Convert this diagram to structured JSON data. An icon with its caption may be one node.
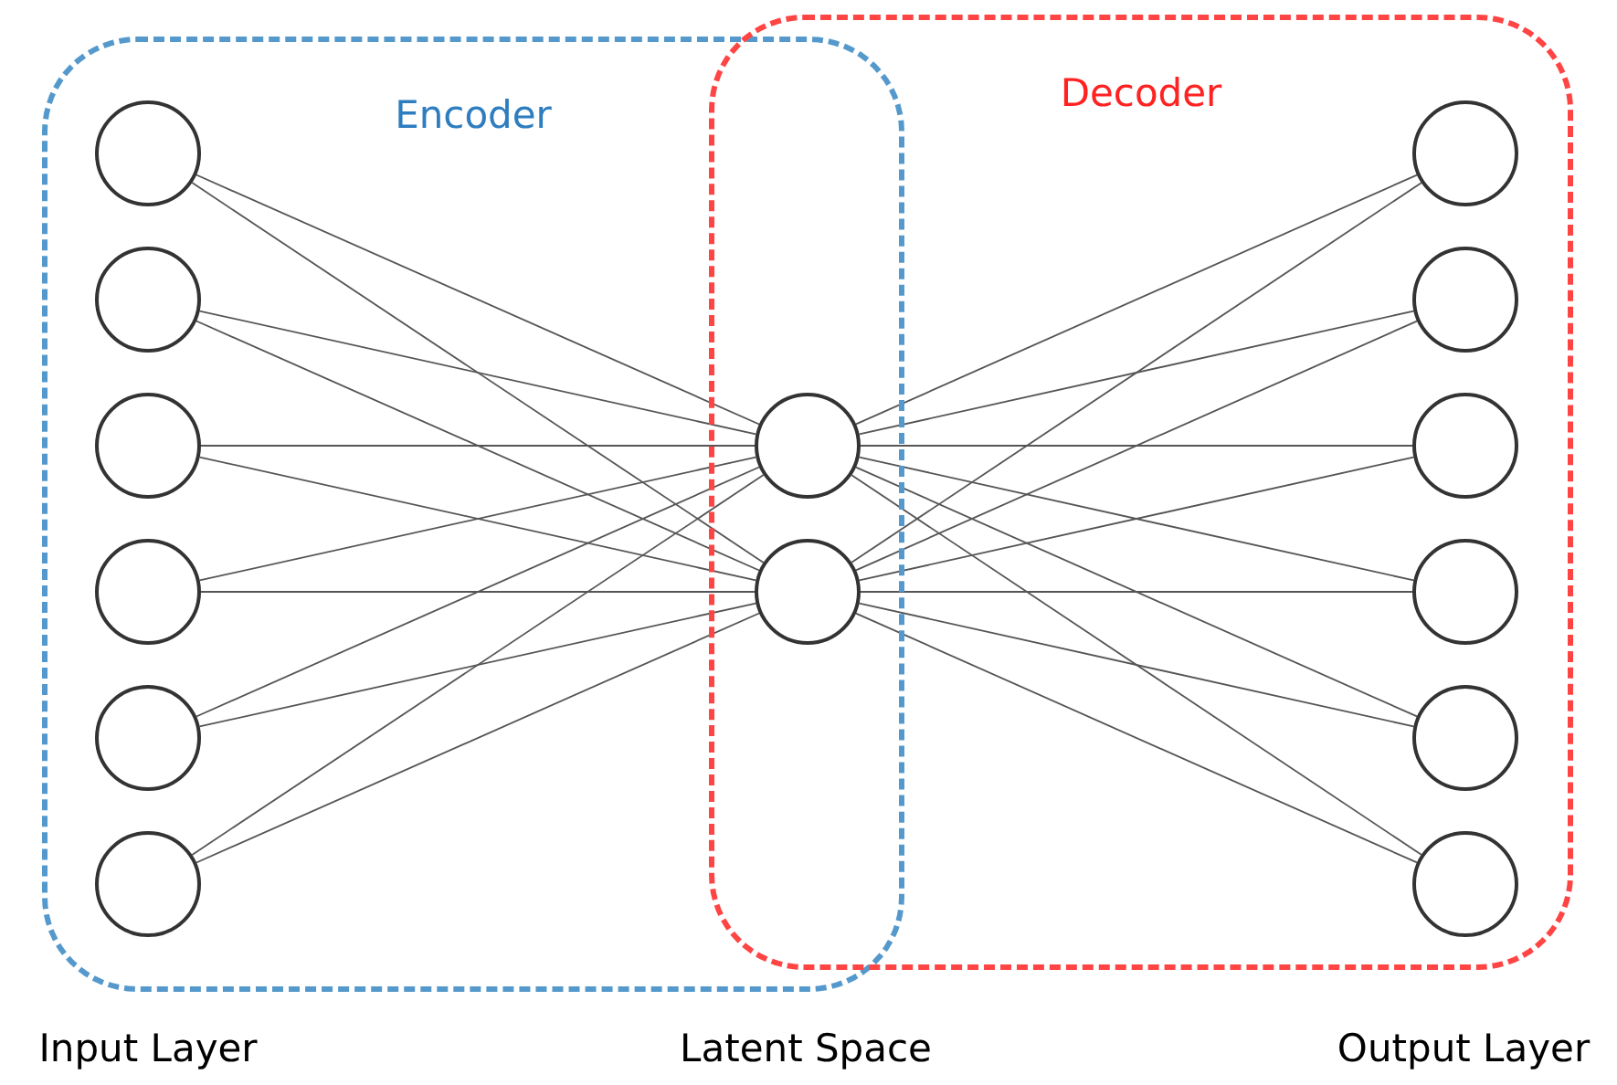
{
  "diagram": {
    "nodes": [
      {
        "text": [
          "Encoder"
        ]
      },
      {
        "text": [
          "Decoder"
        ]
      },
      {
        "text": [],
        "shape": "circle",
        "in": 0
      },
      {
        "text": [],
        "shape": "circle",
        "in": 0
      },
      {
        "text": [],
        "shape": "circle",
        "in": 0
      },
      {
        "text": [],
        "shape": "circle",
        "in": 0
      },
      {
        "text": [],
        "shape": "circle",
        "in": 0
      },
      {
        "text": [],
        "shape": "circle",
        "in": 0
      },
      {
        "text": [],
        "shape": "circle"
      },
      {
        "text": [],
        "shape": "circle"
      },
      {
        "text": [],
        "shape": "circle",
        "in": 1
      },
      {
        "text": [],
        "shape": "circle",
        "in": 1
      },
      {
        "text": [],
        "shape": "circle",
        "in": 1
      },
      {
        "text": [],
        "shape": "circle",
        "in": 1
      },
      {
        "text": [],
        "shape": "circle",
        "in": 1
      },
      {
        "text": [],
        "shape": "circle",
        "in": 1
      }
    ],
    "edges": [
      {
        "from": 2,
        "to": 8,
        "arrow": "none"
      },
      {
        "from": 2,
        "to": 9,
        "arrow": "none"
      },
      {
        "from": 3,
        "to": 8,
        "arrow": "none"
      },
      {
        "from": 3,
        "to": 9,
        "arrow": "none"
      },
      {
        "from": 4,
        "to": 8,
        "arrow": "none"
      },
      {
        "from": 4,
        "to": 9,
        "arrow": "none"
      },
      {
        "from": 5,
        "to": 8,
        "arrow": "none"
      },
      {
        "from": 5,
        "to": 9,
        "arrow": "none"
      },
      {
        "from": 6,
        "to": 8,
        "arrow": "none"
      },
      {
        "from": 6,
        "to": 9,
        "arrow": "none"
      },
      {
        "from": 7,
        "to": 8,
        "arrow": "none"
      },
      {
        "from": 7,
        "to": 9,
        "arrow": "none"
      },
      {
        "from": 8,
        "to": 10,
        "arrow": "none"
      },
      {
        "from": 8,
        "to": 11,
        "arrow": "none"
      },
      {
        "from": 8,
        "to": 12,
        "arrow": "none"
      },
      {
        "from": 8,
        "to": 13,
        "arrow": "none"
      },
      {
        "from": 8,
        "to": 14,
        "arrow": "none"
      },
      {
        "from": 8,
        "to": 15,
        "arrow": "none"
      },
      {
        "from": 9,
        "to": 10,
        "arrow": "none"
      },
      {
        "from": 9,
        "to": 11,
        "arrow": "none"
      },
      {
        "from": 9,
        "to": 12,
        "arrow": "none"
      },
      {
        "from": 9,
        "to": 13,
        "arrow": "none"
      },
      {
        "from": 9,
        "to": 14,
        "arrow": "none"
      },
      {
        "from": 9,
        "to": 15,
        "arrow": "none"
      }
    ],
    "labels": [
      "Input Layer",
      "Latent Space",
      "Output Layer"
    ]
  }
}
